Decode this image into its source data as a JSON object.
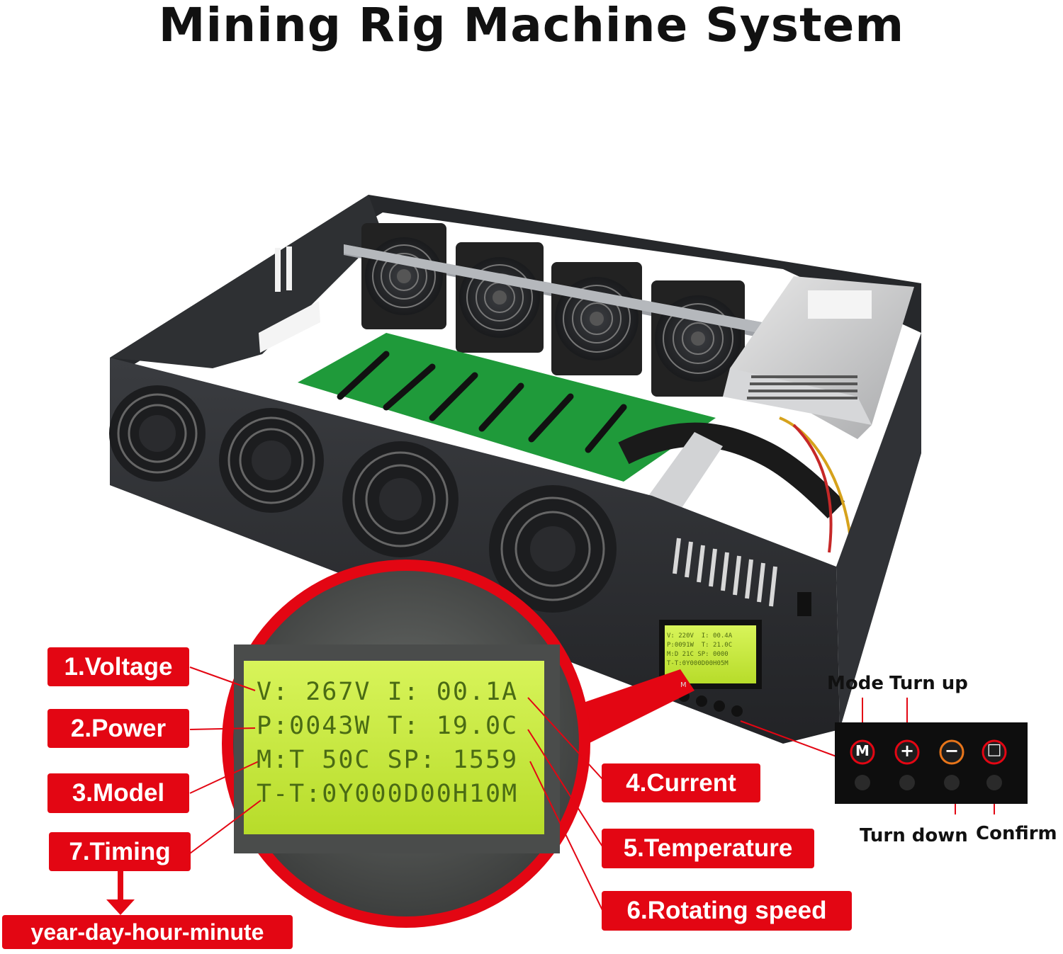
{
  "title": "Mining Rig Machine System",
  "lcd": {
    "line1": "V: 267V I: 00.1A",
    "line2": "P:0043W T: 19.0C",
    "line3": "M:T 50C SP: 1559",
    "line4": "T-T:0Y000D00H10M"
  },
  "mini_lcd": {
    "line1": "V: 220V  I: 00.4A",
    "line2": "P:0091W  T: 21.0C",
    "line3": "M:D 21C SP: 0000",
    "line4": "T-T:0Y000D00H05M"
  },
  "labels": {
    "voltage": "1.Voltage",
    "power": "2.Power",
    "model": "3.Model",
    "current": "4.Current",
    "temperature": "5.Temperature",
    "rotating_speed": "6.Rotating speed",
    "timing": "7.Timing",
    "timing_format": "year-day-hour-minute"
  },
  "buttons": {
    "mode": "Mode",
    "turn_up": "Turn up",
    "turn_down": "Turn down",
    "confirm": "Confirm",
    "mode_symbol": "M",
    "up_symbol": "+",
    "down_symbol": "−",
    "confirm_symbol": "□",
    "front_m": "M"
  },
  "colors": {
    "accent_red": "#e30613",
    "lcd_green": "#c9ef3b",
    "case_dark": "#2b2d30",
    "pcb_green": "#1f9a3a"
  }
}
